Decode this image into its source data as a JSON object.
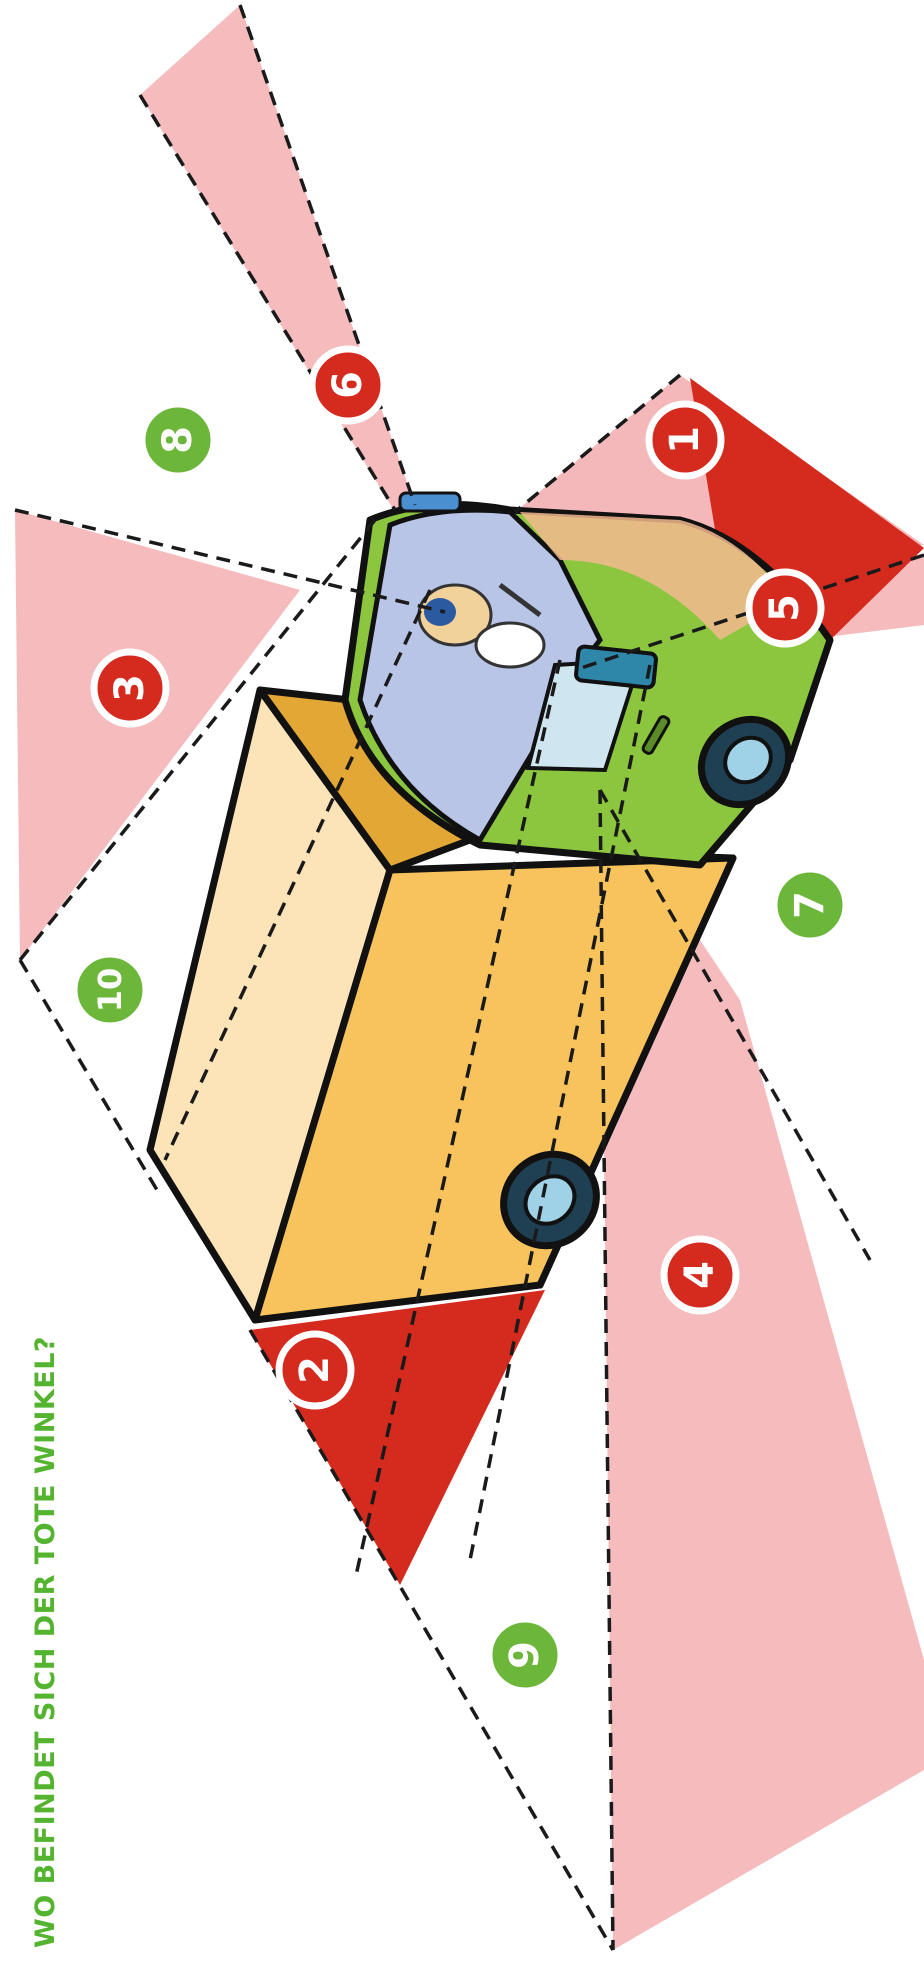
{
  "title": "WO BEFINDET SICH DER TOTE WINKEL?",
  "badges": {
    "b1": "1",
    "b2": "2",
    "b3": "3",
    "b4": "4",
    "b5": "5",
    "b6": "6",
    "b7": "7",
    "b8": "8",
    "b9": "9",
    "b10": "10"
  },
  "colors": {
    "danger": "#d52a1e",
    "danger_light": "#f4b4b6",
    "safe": "#6cb63a",
    "title": "#54b430",
    "cabin": "#8cc63f",
    "cargo_front": "#f8c35c",
    "cargo_side": "#fde4b8",
    "cargo_roof": "#e3a735",
    "chassis": "#3b8fd0",
    "windshield": "#b9c5e6"
  }
}
